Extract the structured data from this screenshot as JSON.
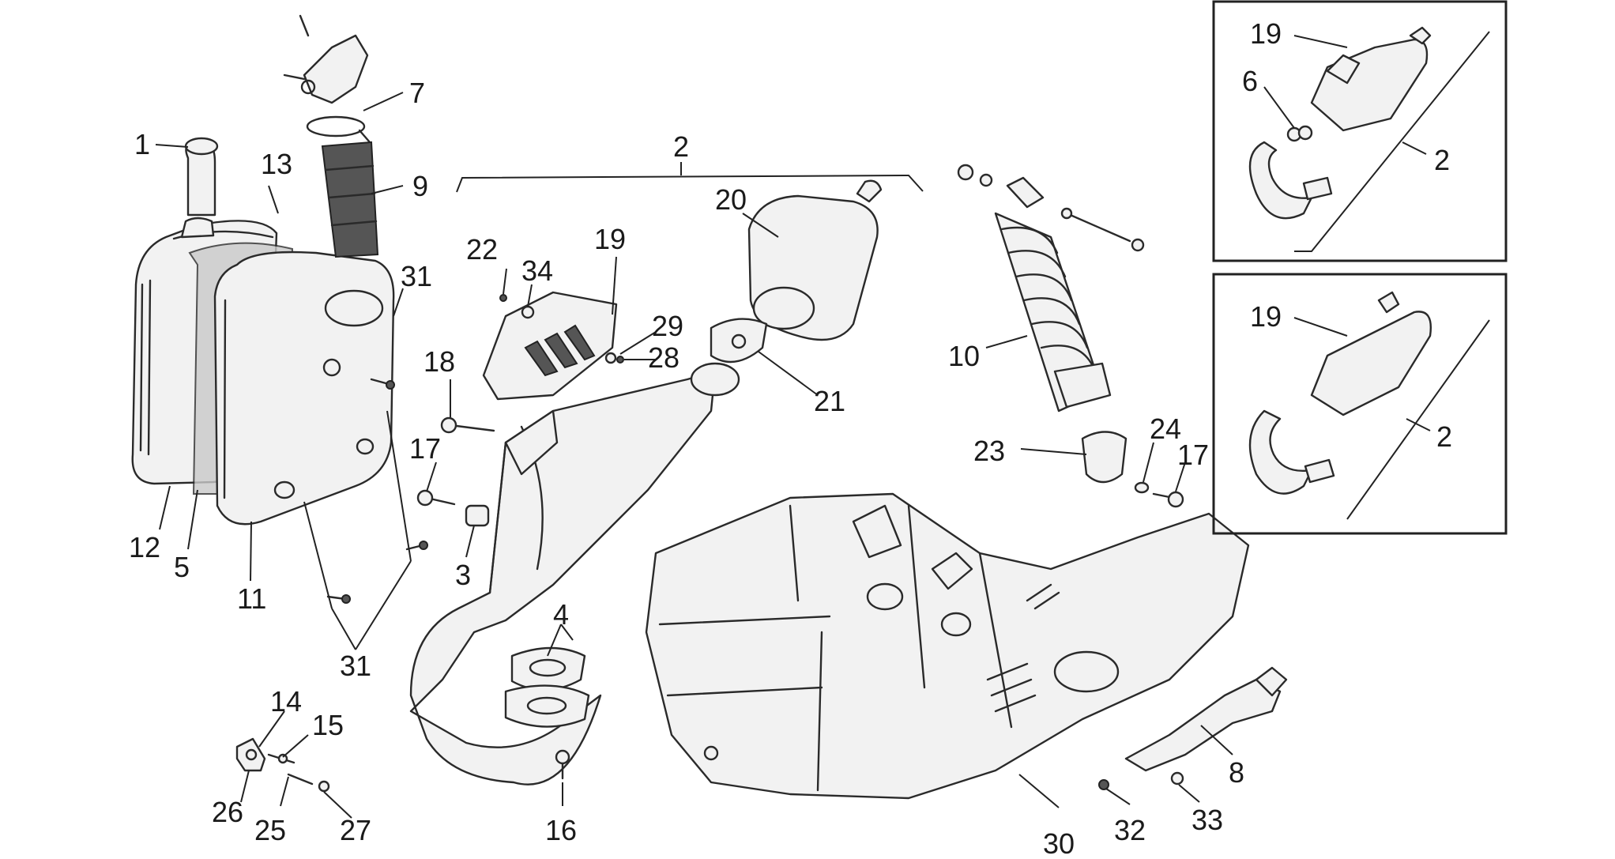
{
  "labels": {
    "l1": "1",
    "l13": "13",
    "l7": "7",
    "l9": "9",
    "l31a": "31",
    "l12": "12",
    "l5": "5",
    "l11": "11",
    "l31b": "31",
    "l2": "2",
    "l22": "22",
    "l34": "34",
    "l19": "19",
    "l29": "29",
    "l28": "28",
    "l18": "18",
    "l17a": "17",
    "l3": "3",
    "l20": "20",
    "l21": "21",
    "l4": "4",
    "l16": "16",
    "l14": "14",
    "l15": "15",
    "l26": "26",
    "l25": "25",
    "l27": "27",
    "l10": "10",
    "l23": "23",
    "l24": "24",
    "l17b": "17",
    "l30": "30",
    "l32": "32",
    "l33": "33",
    "l8": "8",
    "inset1_l19": "19",
    "inset1_l6": "6",
    "inset1_l2": "2",
    "inset2_l19": "19",
    "inset2_l2": "2"
  }
}
